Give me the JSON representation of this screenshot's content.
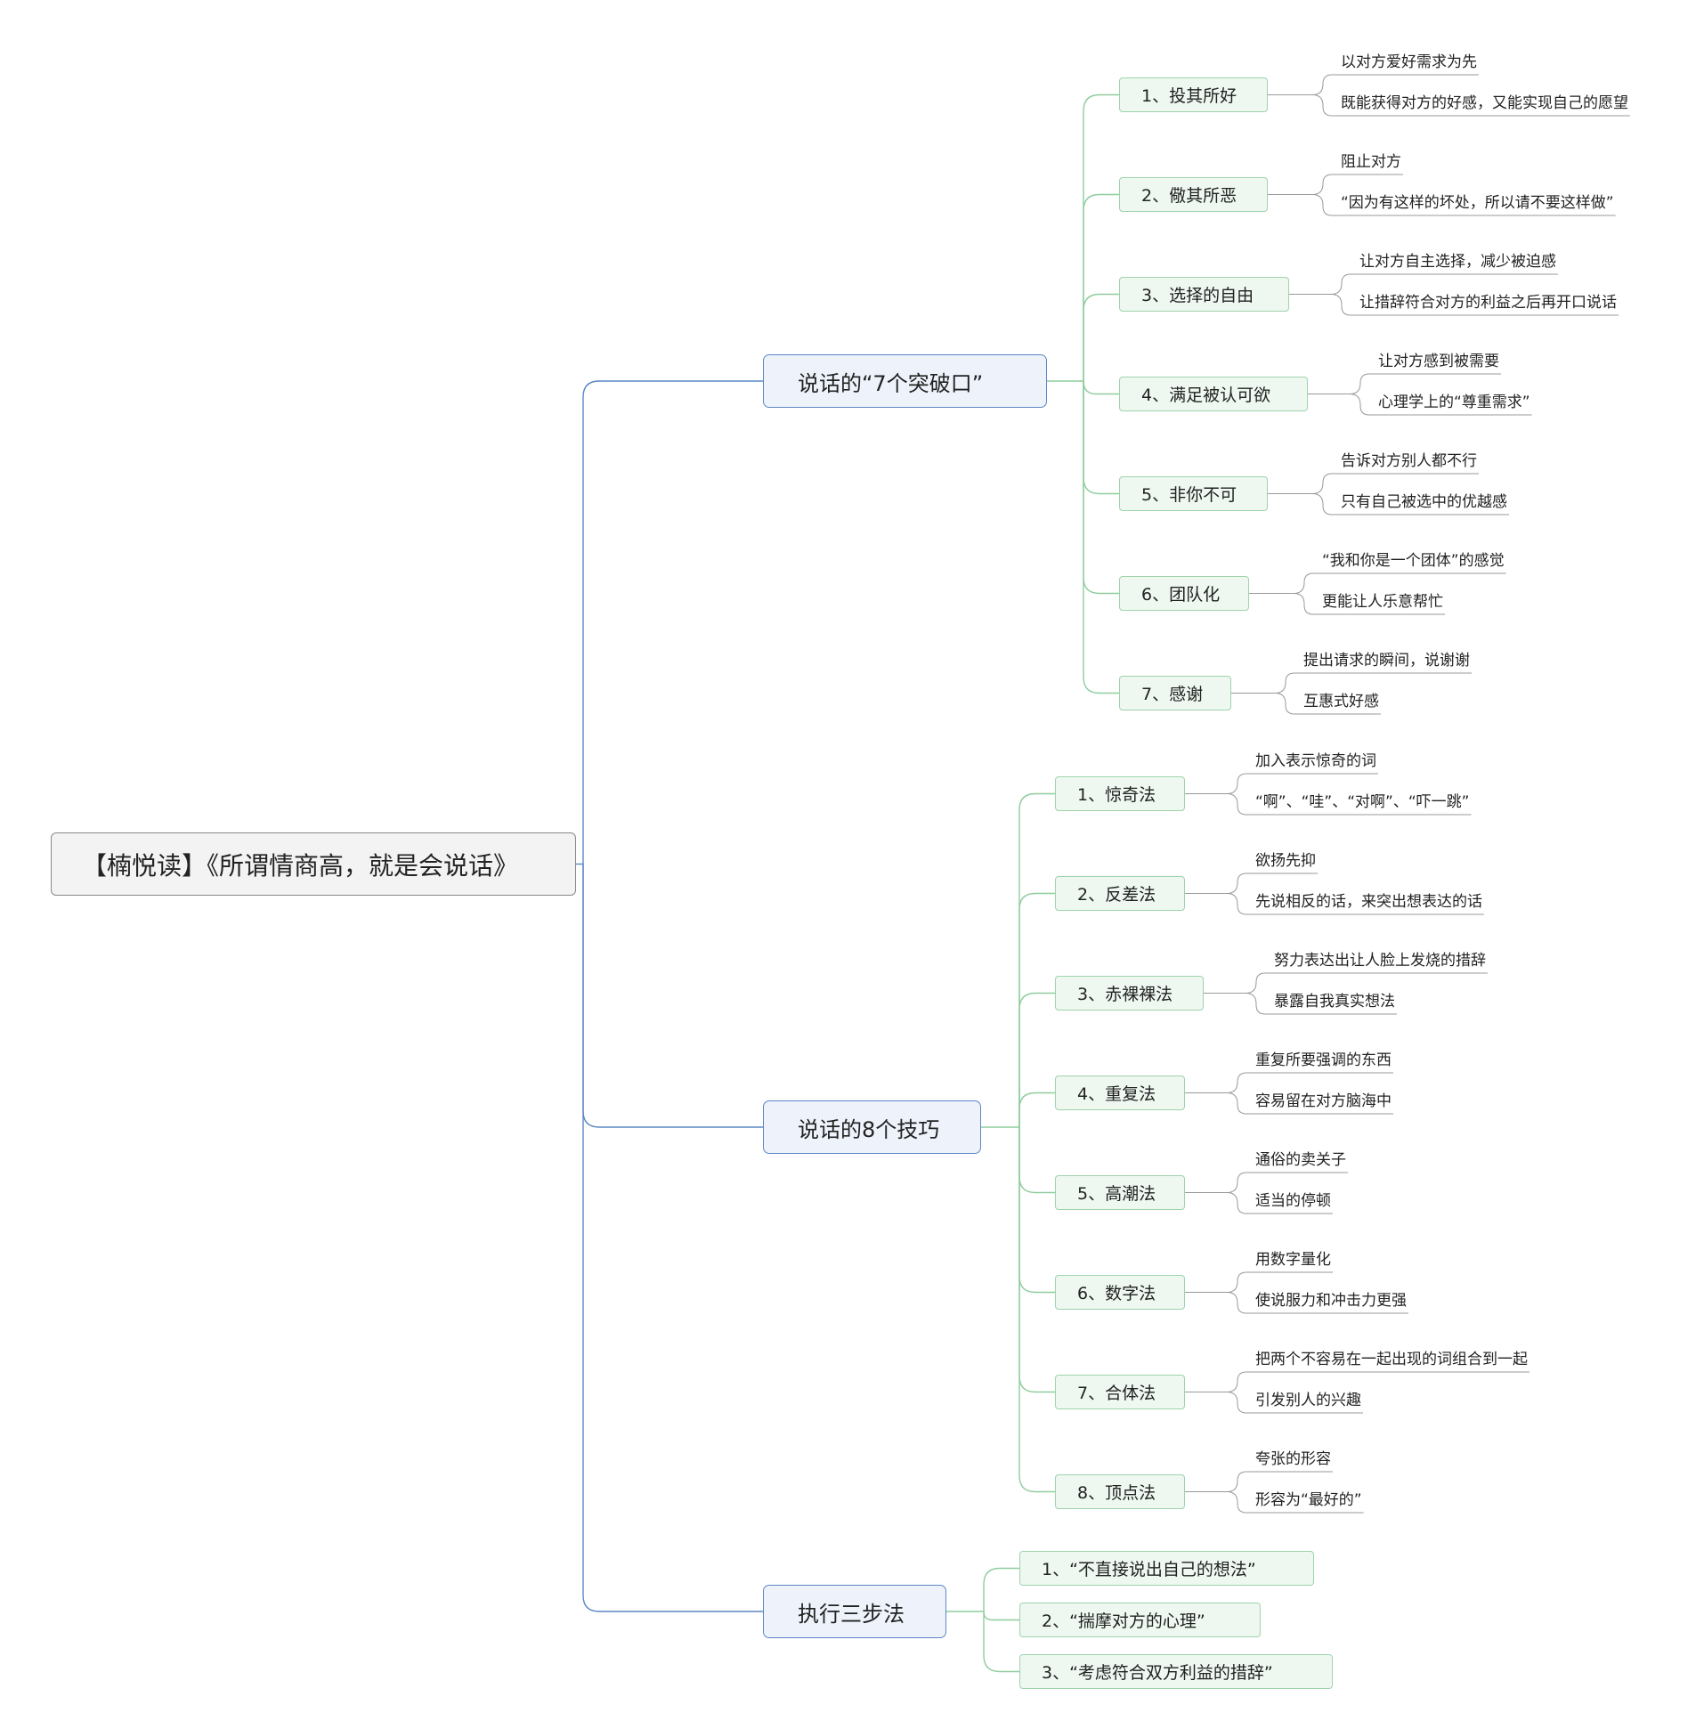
{
  "root": {
    "label": "【楠悦读】《所谓情商高，就是会说话》"
  },
  "branches": [
    {
      "label": "说话的“7个突破口”",
      "topics": [
        {
          "label": "1、投其所好",
          "leaves": [
            "以对方爱好需求为先",
            "既能获得对方的好感，又能实现自己的愿望"
          ]
        },
        {
          "label": "2、儆其所恶",
          "leaves": [
            "阻止对方",
            "“因为有这样的坏处，所以请不要这样做”"
          ]
        },
        {
          "label": "3、选择的自由",
          "leaves": [
            "让对方自主选择，减少被迫感",
            "让措辞符合对方的利益之后再开口说话"
          ]
        },
        {
          "label": "4、满足被认可欲",
          "leaves": [
            "让对方感到被需要",
            "心理学上的“尊重需求”"
          ]
        },
        {
          "label": "5、非你不可",
          "leaves": [
            "告诉对方别人都不行",
            "只有自己被选中的优越感"
          ]
        },
        {
          "label": "6、团队化",
          "leaves": [
            "“我和你是一个团体”的感觉",
            "更能让人乐意帮忙"
          ]
        },
        {
          "label": "7、感谢",
          "leaves": [
            "提出请求的瞬间，说谢谢",
            "互惠式好感"
          ]
        }
      ]
    },
    {
      "label": "说话的8个技巧",
      "topics": [
        {
          "label": "1、惊奇法",
          "leaves": [
            "加入表示惊奇的词",
            "“啊”、“哇”、“对啊”、“吓一跳”"
          ]
        },
        {
          "label": "2、反差法",
          "leaves": [
            "欲扬先抑",
            "先说相反的话，来突出想表达的话"
          ]
        },
        {
          "label": "3、赤裸裸法",
          "leaves": [
            "努力表达出让人脸上发烧的措辞",
            "暴露自我真实想法"
          ]
        },
        {
          "label": "4、重复法",
          "leaves": [
            "重复所要强调的东西",
            "容易留在对方脑海中"
          ]
        },
        {
          "label": "5、高潮法",
          "leaves": [
            "通俗的卖关子",
            "适当的停顿"
          ]
        },
        {
          "label": "6、数字法",
          "leaves": [
            "用数字量化",
            "使说服力和冲击力更强"
          ]
        },
        {
          "label": "7、合体法",
          "leaves": [
            "把两个不容易在一起出现的词组合到一起",
            "引发别人的兴趣"
          ]
        },
        {
          "label": "8、顶点法",
          "leaves": [
            "夸张的形容",
            "形容为“最好的”"
          ]
        }
      ]
    },
    {
      "label": "执行三步法",
      "topics": [
        {
          "label": "1、“不直接说出自己的想法”",
          "leaves": []
        },
        {
          "label": "2、“揣摩对方的心理”",
          "leaves": []
        },
        {
          "label": "3、“考虑符合双方利益的措辞”",
          "leaves": []
        }
      ]
    }
  ],
  "colors": {
    "branch_line": "#5b87c4",
    "topic_line": "#8fcd9e",
    "leaf_line": "#999999"
  }
}
